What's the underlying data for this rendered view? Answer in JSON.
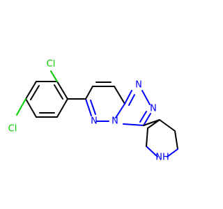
{
  "colors": {
    "carbon_bond": "#000000",
    "nitrogen": "#0000ff",
    "chlorine": "#00cc00",
    "background": "#ffffff"
  },
  "labels": {
    "cl_upper": "Cl",
    "cl_lower": "Cl",
    "n_triazole_top": "N",
    "n_triazole_right": "N",
    "n_pyridazine": "N",
    "n_bridgehead": "N",
    "n_piperidine": "NH"
  }
}
